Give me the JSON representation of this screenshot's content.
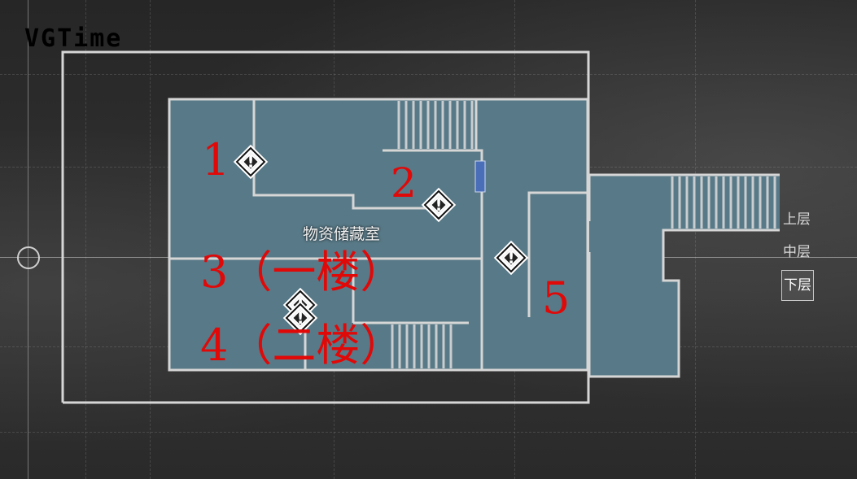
{
  "logo": {
    "text": "VGTime"
  },
  "room": {
    "label": "物资储藏室"
  },
  "annotations": {
    "n1": "1",
    "n2": "2",
    "n3": "3（一楼）",
    "n4": "4（二楼）",
    "n5": "5"
  },
  "markers": {
    "icon": "item-alert-icon",
    "glyph": "!"
  },
  "floors": {
    "upper": "上层",
    "middle": "中层",
    "lower": "下层",
    "selected": "下层"
  },
  "colors": {
    "room": "#587987",
    "annotation": "#e10808",
    "wall": "#d6d6d6"
  }
}
